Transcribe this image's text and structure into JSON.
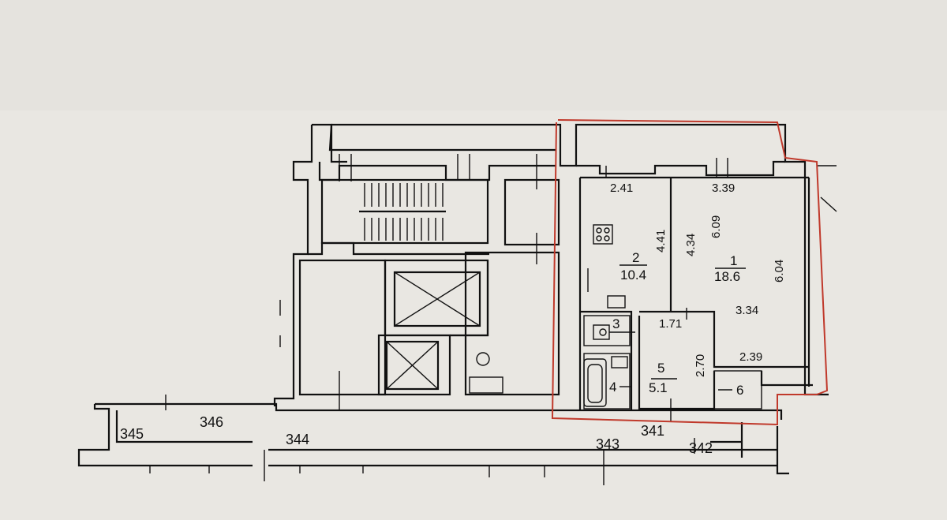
{
  "plan": {
    "highlight_color": "#c0392b",
    "line_color": "#111111",
    "paper_color": "#e9e7e2",
    "rooms": [
      {
        "number": "1",
        "area": "18.6"
      },
      {
        "number": "2",
        "area": "10.4"
      },
      {
        "number": "3"
      },
      {
        "number": "4",
        "area": "5.1"
      },
      {
        "number": "5"
      },
      {
        "number": "6"
      }
    ],
    "dimensions": [
      "2.41",
      "3.39",
      "4.41",
      "4.34",
      "6.09",
      "6.04",
      "3.34",
      "1.71",
      "2.70",
      "2.39"
    ],
    "apartments": [
      "341",
      "342",
      "343",
      "344",
      "345",
      "346"
    ],
    "icons": [
      "stove-icon",
      "sink-icon",
      "bathtub-icon",
      "toilet-icon",
      "elevator-icon",
      "staircase-icon"
    ]
  }
}
